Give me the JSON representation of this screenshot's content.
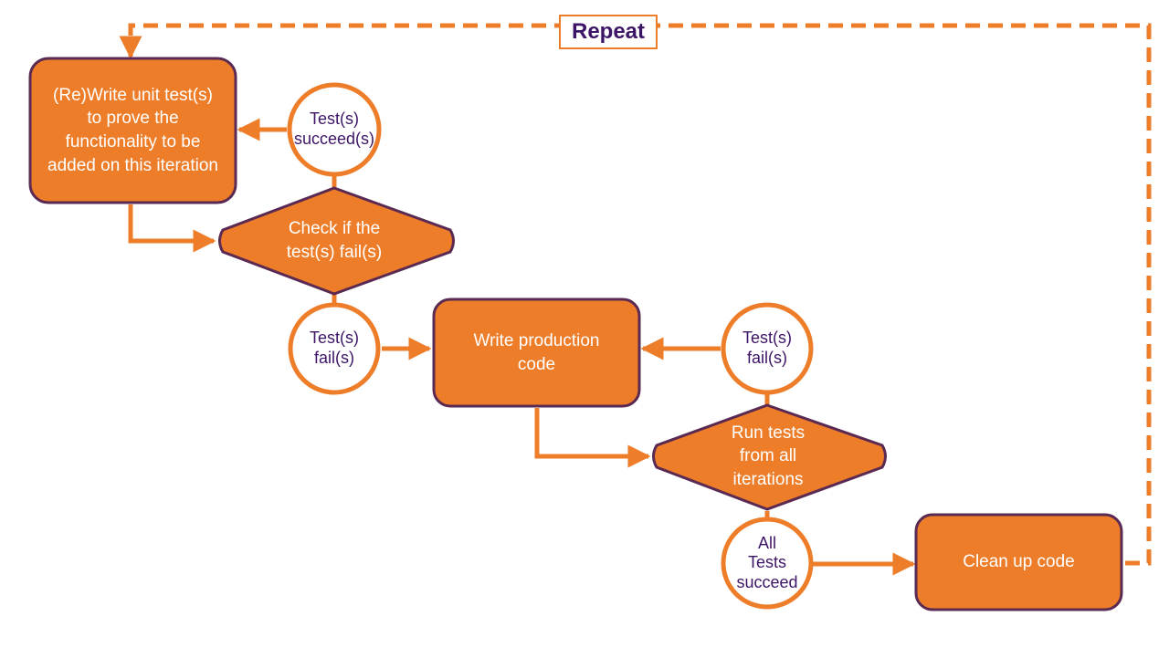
{
  "colors": {
    "fill": "#ee7d2a",
    "outline": "#5a2a52",
    "arrow": "#ee7d2a",
    "circle_border": "#ee7d2a",
    "circle_text": "#3d1566",
    "repeat_text": "#3d1566"
  },
  "diagram": {
    "repeat_label": "Repeat",
    "boxes": {
      "write_tests": "(Re)Write unit test(s)\nto prove the\nfunctionality to be\nadded on this iteration",
      "write_code": "Write production\ncode",
      "cleanup": "Clean up code"
    },
    "decisions": {
      "check_fail": "Check if the\ntest(s) fail(s)",
      "run_all": "Run tests\nfrom all\niterations"
    },
    "outcomes": {
      "tests_succeed_top": "Test(s)\nsucceed(s)",
      "tests_fail_left": "Test(s)\nfail(s)",
      "tests_fail_right": "Test(s)\nfail(s)",
      "all_tests_succeed": "All\nTests\nsucceed"
    }
  }
}
